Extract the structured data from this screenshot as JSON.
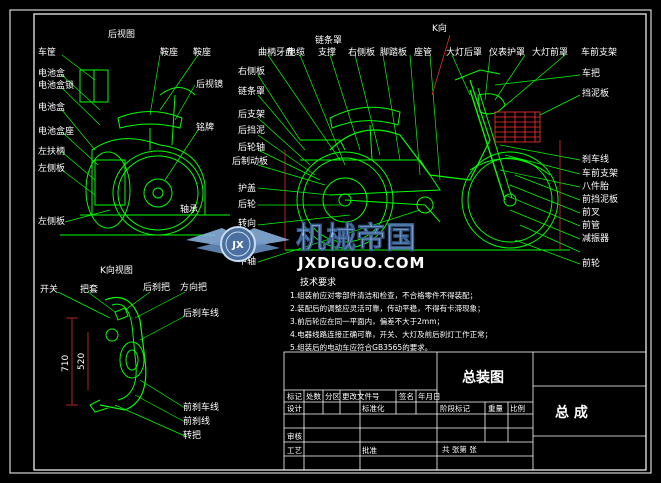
{
  "views": {
    "rear_view_title": "后视图",
    "k_view_title": "K向视图",
    "k_marker": "K向"
  },
  "rear_labels": {
    "left": [
      "车筐",
      "电池盒",
      "电池盒锁",
      "电池盒",
      "电池盒座",
      "左扶柄",
      "左侧板",
      "左侧板"
    ],
    "top": [
      "鞍座",
      "鞍座"
    ],
    "mid": [
      "后视镜",
      "铭牌",
      "轴承"
    ]
  },
  "side_labels": {
    "top": [
      "曲柄牙盘",
      "电缆",
      "链条罩",
      "支撑",
      "右侧板",
      "脚踏板",
      "座管",
      "大灯后罩",
      "仪表护罩",
      "大灯前罩",
      "车前支架"
    ],
    "left_col": [
      "右侧板",
      "链条罩",
      "后支架",
      "后挡泥",
      "后轮轴",
      "后制动板",
      "护盖",
      "后轮",
      "转向",
      "中轴"
    ],
    "right_col": [
      "车把",
      "挡泥板",
      "刹车线",
      "车前支架",
      "八件胎",
      "前挡泥板",
      "前叉",
      "前管",
      "减振器",
      "前轮"
    ]
  },
  "k_labels": {
    "top": [
      "开关",
      "把套",
      "后刹把",
      "方向把"
    ],
    "right": [
      "后刹车线",
      "前刹车线",
      "前刹线",
      "转把"
    ],
    "dims": [
      "710",
      "520"
    ]
  },
  "tech": {
    "title": "技术要求",
    "lines": [
      "1.组装前应对零部件清洁和检查，不合格零件不得装配；",
      "2.装配后的调整应灵活可靠，传动平稳，不得有卡滞现象；",
      "3.前后轮应在同一平面内，偏差不大于2mm；",
      "4.电器线路连接正确可靠，开关、大灯及前后刹灯工作正常；",
      "5.组装后的电动车应符合GB3565的要求。"
    ]
  },
  "title_block": {
    "main_title": "总装图",
    "assembly": "总  成",
    "rev_headers": [
      "标记",
      "处数",
      "分区",
      "更改文件号",
      "签名",
      "年月日"
    ],
    "roles": [
      "设计",
      "标准化",
      "审核",
      "工艺",
      "批准"
    ],
    "stage_headers": [
      "阶段标记",
      "重量",
      "比例"
    ],
    "sheet_text": "共  张第  张"
  },
  "watermark": {
    "brand_cn": "机械帝国",
    "brand_en": "JXDIGUO.COM",
    "emblem": "JX"
  },
  "colors": {
    "line": "#00ff00",
    "frame": "#ffffff",
    "dim": "#ff3333",
    "basket": "#ff3333",
    "leader": "#00cccc",
    "watermark": "#8fb8e8"
  }
}
